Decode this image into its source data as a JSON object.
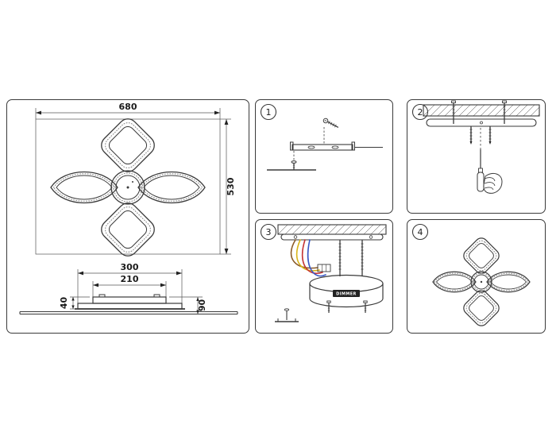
{
  "dimensions_panel": {
    "overall_width": "680",
    "overall_height": "530",
    "canopy_base_width": "300",
    "mount_plate_width": "210",
    "canopy_height": "40",
    "fixture_height": "90"
  },
  "steps": [
    {
      "number": "1"
    },
    {
      "number": "2"
    },
    {
      "number": "3"
    },
    {
      "number": "4"
    }
  ],
  "labels": {
    "dimmer": "DIMMER"
  },
  "colors": {
    "outline": "#3a3a3a",
    "stipple": "#8a8a8a",
    "wire_brown": "#8a5a28",
    "wire_yellow": "#d9b419",
    "wire_red": "#c43333",
    "wire_blue": "#3a57c4"
  }
}
